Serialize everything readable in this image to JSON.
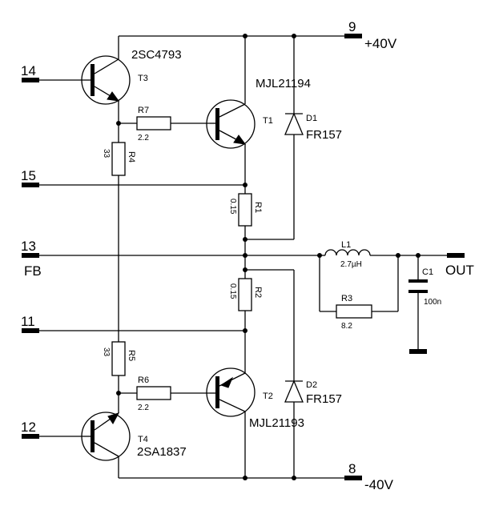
{
  "pins": {
    "p14": "14",
    "p15": "15",
    "p13": "13",
    "fb": "FB",
    "p11": "11",
    "p12": "12",
    "p9": "9",
    "p8": "8",
    "pos_supply": "+40V",
    "neg_supply": "-40V",
    "out": "OUT"
  },
  "transistors": {
    "T3": {
      "ref": "T3",
      "part": "2SC4793"
    },
    "T1": {
      "ref": "T1",
      "part": "MJL21194"
    },
    "T2": {
      "ref": "T2",
      "part": "MJL21193"
    },
    "T4": {
      "ref": "T4",
      "part": "2SA1837"
    }
  },
  "resistors": {
    "R7": {
      "ref": "R7",
      "value": "2.2"
    },
    "R4": {
      "ref": "R4",
      "value": "33"
    },
    "R1": {
      "ref": "R1",
      "value": "0.15"
    },
    "R2": {
      "ref": "R2",
      "value": "0.15"
    },
    "R5": {
      "ref": "R5",
      "value": "33"
    },
    "R6": {
      "ref": "R6",
      "value": "2.2"
    },
    "R3": {
      "ref": "R3",
      "value": "8.2"
    }
  },
  "diodes": {
    "D1": {
      "ref": "D1",
      "part": "FR157"
    },
    "D2": {
      "ref": "D2",
      "part": "FR157"
    }
  },
  "inductor": {
    "ref": "L1",
    "value": "2.7µH"
  },
  "capacitor": {
    "ref": "C1",
    "value": "100n"
  }
}
